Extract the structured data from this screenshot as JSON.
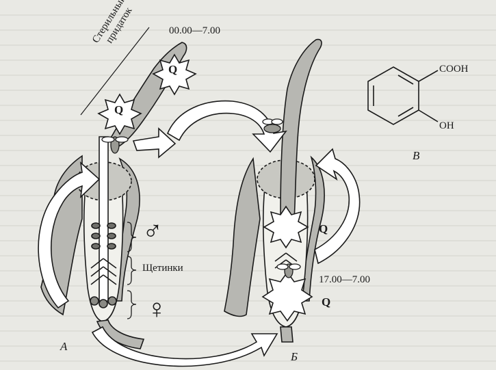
{
  "labels": {
    "time_a": "00.00—7.00",
    "time_b": "17.00—7.00",
    "sterile_line1": "Стерильный",
    "sterile_line2": "придаток",
    "bristles": "Щетинки",
    "male_symbol": "♂",
    "female_symbol": "♀",
    "panel_a": "А",
    "panel_b": "Б",
    "panel_v": "В",
    "q": "Q",
    "cooh": "COOH",
    "oh": "OH"
  },
  "colors": {
    "ink": "#1a1a1a",
    "paper": "#e9e9e4",
    "spathe_fill": "#b7b7b2",
    "arrow_fill": "#ffffff"
  },
  "icons": [
    "fly-icon",
    "heat-burst-icon",
    "flower-spadix-icon",
    "benzene-ring-icon"
  ]
}
